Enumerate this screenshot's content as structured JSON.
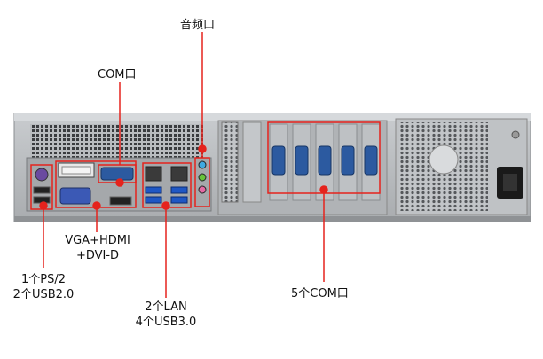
{
  "labels": {
    "audio": "音频口",
    "com_top": "COM口",
    "vga": [
      "VGA+HDMI",
      "+DVI-D"
    ],
    "ps2": [
      "1个PS/2",
      "2个USB2.0"
    ],
    "lan": [
      "2个LAN",
      "4个USB3.0"
    ],
    "com5": "5个COM口"
  },
  "colors": {
    "annotation": "#e5231d",
    "chassis": "#b5b8bb",
    "chassis_dark": "#6d7073",
    "psu_socket": "#1a1a1a"
  }
}
